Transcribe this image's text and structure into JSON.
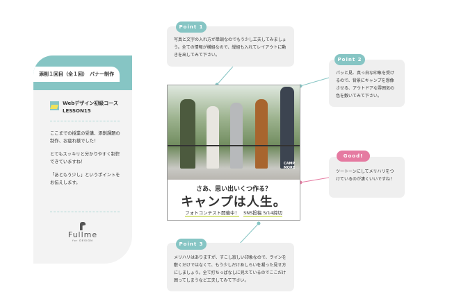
{
  "left_panel": {
    "tab_left": "添削１回目（全１回）",
    "tab_right": "バナー制作",
    "course_title": "Webデザイン初級コース",
    "course_lesson": "LESSON15",
    "messages": [
      "ここまでの授業の受講、添削課題の制作、お疲れ様でした！",
      "とてもスッキリと分かりやすく制作できていますね！",
      "「あともう少し」というポイントをお伝えします。"
    ],
    "logo_name": "Fullme",
    "logo_sub": "for DESIGN"
  },
  "banner": {
    "photo_logo": "CAMP MORE",
    "line1": "さあ、思い出いくつ作る？",
    "line2": "キャンプは人生。",
    "line3a": "フォトコンテスト開催中！",
    "line3b": "SNS投稿 5/14締切"
  },
  "comments": [
    {
      "badge": "Point 1",
      "text": "写真と文字の入れ方が単調なのでもう少し工夫してみましょう。全ての情報が横組なので、縦組も入れてレイアウトに動きを出してみて下さい。"
    },
    {
      "badge": "Point 2",
      "text": "パッと見、真っ白な印象を受けるので、背景にキャンプを想像させる、アウトドアな雰囲気の色を敷いてみて下さい。"
    },
    {
      "badge": "Good!",
      "text": "ツートーンにしてメリハリをつけているのが凄くいいですね！"
    },
    {
      "badge": "Point 3",
      "text": "メリハリはありますが、すこし寂しい印象なので、ラインを敷くだけではなくて、もう少しだけあしらいを凝った見せ方にしましょう。全て打ちっぱなしに見えているのでここだけ囲ってしまうなど工夫してみて下さい。"
    }
  ],
  "colors": {
    "teal": "#86c5c4",
    "pink": "#e57aa1"
  }
}
